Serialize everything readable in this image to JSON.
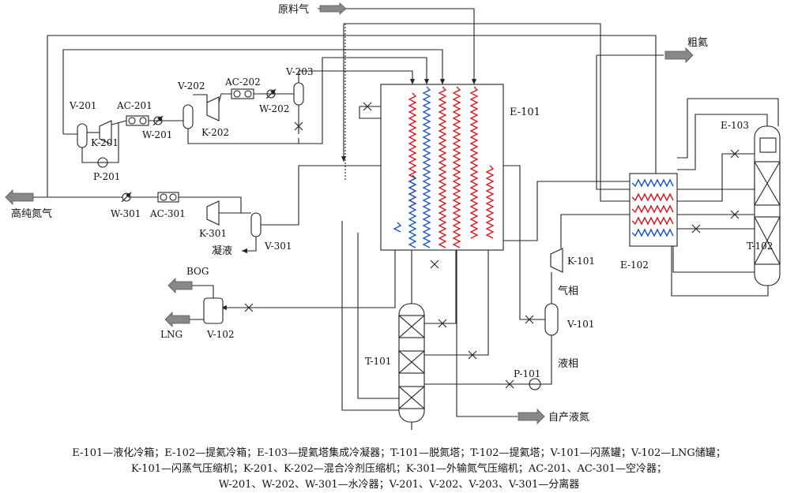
{
  "streams": {
    "feed_gas": "原料气",
    "crude_helium": "粗氦",
    "high_purity_nitrogen": "高纯氮气",
    "condensate": "凝液",
    "bog": "BOG",
    "lng": "LNG",
    "vapor_phase": "气相",
    "liquid_phase": "液相",
    "self_liquid_nitrogen": "自产液氮"
  },
  "equipment": {
    "e101": "E-101",
    "e102": "E-102",
    "e103": "E-103",
    "t101": "T-101",
    "t102": "T-102",
    "v101": "V-101",
    "v102": "V-102",
    "v201": "V-201",
    "v202": "V-202",
    "v203": "V-203",
    "v301": "V-301",
    "k101": "K-101",
    "k201": "K-201",
    "k202": "K-202",
    "k301": "K-301",
    "ac201": "AC-201",
    "ac202": "AC-202",
    "ac301": "AC-301",
    "w201": "W-201",
    "w202": "W-202",
    "w301": "W-301",
    "p101": "P-101",
    "p201": "P-201"
  },
  "legend": {
    "line1": "E-101—液化冷箱；E-102—提氦冷箱；E-103—提氦塔集成冷凝器；T-101—脱氮塔；T-102—提氦塔；V-101—闪蒸罐；V-102—LNG储罐；",
    "line2": "K-101—闪蒸气压缩机；K-201、K-202—混合冷剂压缩机；K-301—外输氮气压缩机；AC-201、AC-301—空冷器；",
    "line3": "W-201、W-202、W-301—水冷器；V-201、V-202、V-203、V-301—分离器"
  }
}
